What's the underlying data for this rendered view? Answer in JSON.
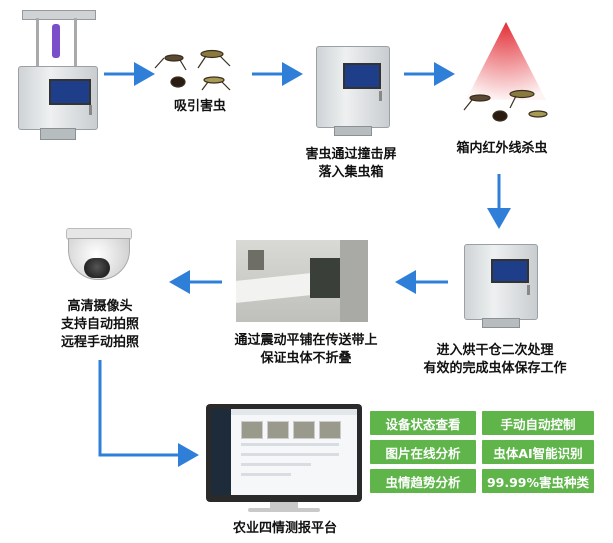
{
  "steps": {
    "attract": "吸引害虫",
    "screen_line1": "害虫通过撞击屏",
    "screen_line2": "落入集虫箱",
    "infrared": "箱内红外线杀虫",
    "dry_line1": "进入烘干仓二次处理",
    "dry_line2": "有效的完成虫体保存工作",
    "conveyor_line1": "通过震动平铺在传送带上",
    "conveyor_line2": "保证虫体不折叠",
    "camera_line1": "高清摄像头",
    "camera_line2": "支持自动拍照",
    "camera_line3": "远程手动拍照",
    "platform": "农业四情测报平台"
  },
  "features": [
    "设备状态查看",
    "手动自动控制",
    "图片在线分析",
    "虫体AI智能识别",
    "虫情趋势分析",
    "99.99%害虫种类"
  ],
  "colors": {
    "arrow": "#2f7fd8",
    "feature_bg": "#5fb54a",
    "laser": "#e0232b"
  }
}
